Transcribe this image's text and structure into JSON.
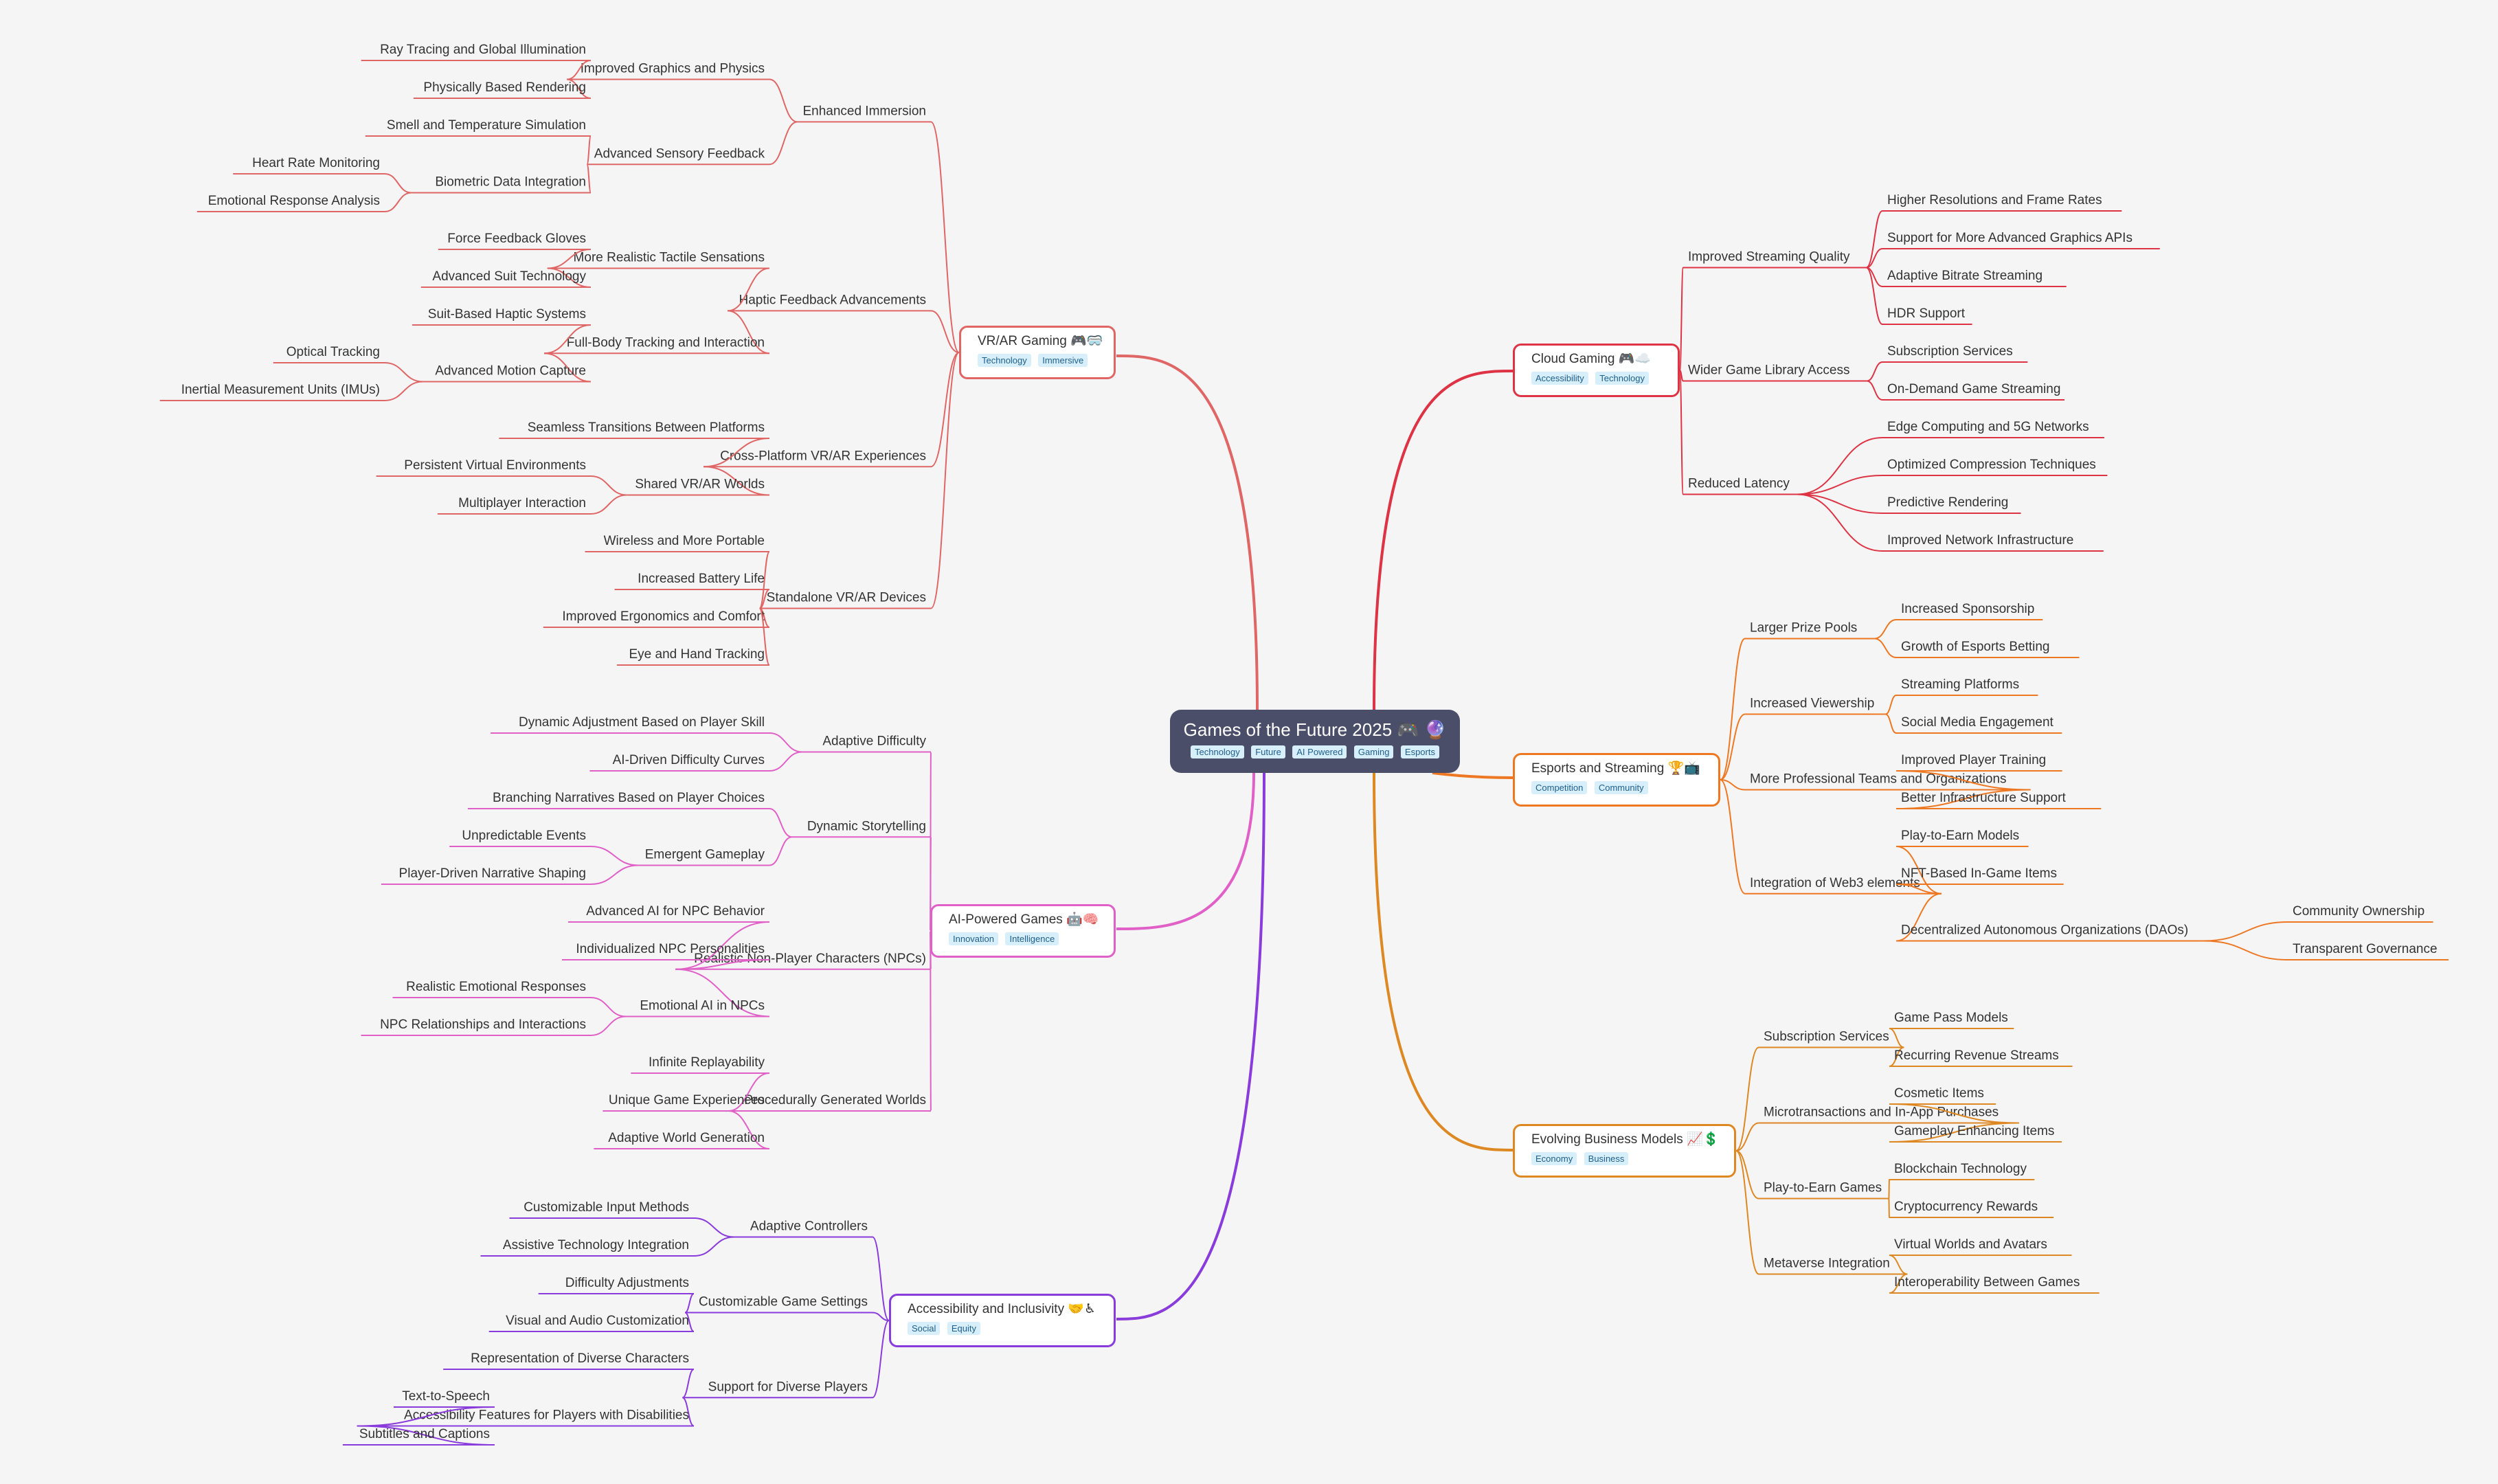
{
  "root": {
    "title": "Games of the Future 2025 🎮 🔮",
    "tags": [
      "Technology",
      "Future",
      "AI Powered",
      "Gaming",
      "Esports"
    ]
  },
  "colors": {
    "vrar": "#e06666",
    "ai": "#e060c8",
    "access": "#8a3bdc",
    "cloud": "#dd3344",
    "esports": "#ee7722",
    "business": "#dd8822",
    "root_fill": "#4a4e69",
    "tag_fill": "#d7eefb"
  },
  "branches": [
    {
      "key": "vrar",
      "side": "left",
      "title": "VR/AR Gaming 🎮🥽",
      "tags": [
        "Technology",
        "Immersive"
      ],
      "children": [
        {
          "label": "Enhanced Immersion",
          "children": [
            {
              "label": "Improved Graphics and Physics",
              "children": [
                {
                  "label": "Ray Tracing and Global Illumination"
                },
                {
                  "label": "Physically Based Rendering"
                }
              ]
            },
            {
              "label": "Advanced Sensory Feedback",
              "children": [
                {
                  "label": "Smell and Temperature Simulation"
                },
                {
                  "label": "Biometric Data Integration",
                  "children": [
                    {
                      "label": "Heart Rate Monitoring"
                    },
                    {
                      "label": "Emotional Response Analysis"
                    }
                  ]
                }
              ]
            }
          ]
        },
        {
          "label": "Haptic Feedback Advancements",
          "children": [
            {
              "label": "More Realistic Tactile Sensations",
              "children": [
                {
                  "label": "Force Feedback Gloves"
                },
                {
                  "label": "Advanced Suit Technology"
                }
              ]
            },
            {
              "label": "Full-Body Tracking and Interaction",
              "children": [
                {
                  "label": "Suit-Based Haptic Systems"
                },
                {
                  "label": "Advanced Motion Capture",
                  "children": [
                    {
                      "label": "Optical Tracking"
                    },
                    {
                      "label": "Inertial Measurement Units (IMUs)"
                    }
                  ]
                }
              ]
            }
          ]
        },
        {
          "label": "Cross-Platform VR/AR Experiences",
          "children": [
            {
              "label": "Seamless Transitions Between Platforms"
            },
            {
              "label": "Shared VR/AR Worlds",
              "children": [
                {
                  "label": "Persistent Virtual Environments"
                },
                {
                  "label": "Multiplayer Interaction"
                }
              ]
            }
          ]
        },
        {
          "label": "Standalone VR/AR Devices",
          "children": [
            {
              "label": "Wireless and More Portable"
            },
            {
              "label": "Increased Battery Life"
            },
            {
              "label": "Improved Ergonomics and Comfort"
            },
            {
              "label": "Eye and Hand Tracking"
            }
          ]
        }
      ]
    },
    {
      "key": "ai",
      "side": "left",
      "title": "AI-Powered Games 🤖🧠",
      "tags": [
        "Innovation",
        "Intelligence"
      ],
      "children": [
        {
          "label": "Adaptive Difficulty",
          "children": [
            {
              "label": "Dynamic Adjustment Based on Player Skill"
            },
            {
              "label": "AI-Driven Difficulty Curves"
            }
          ]
        },
        {
          "label": "Dynamic Storytelling",
          "children": [
            {
              "label": "Branching Narratives Based on Player Choices"
            },
            {
              "label": "Emergent Gameplay",
              "children": [
                {
                  "label": "Unpredictable Events"
                },
                {
                  "label": "Player-Driven Narrative Shaping"
                }
              ]
            }
          ]
        },
        {
          "label": "Realistic Non-Player Characters (NPCs)",
          "children": [
            {
              "label": "Advanced AI for NPC Behavior"
            },
            {
              "label": "Individualized NPC Personalities"
            },
            {
              "label": "Emotional AI in NPCs",
              "children": [
                {
                  "label": "Realistic Emotional Responses"
                },
                {
                  "label": "NPC Relationships and Interactions"
                }
              ]
            }
          ]
        },
        {
          "label": "Procedurally Generated Worlds",
          "children": [
            {
              "label": "Infinite Replayability"
            },
            {
              "label": "Unique Game Experiences"
            },
            {
              "label": "Adaptive World Generation"
            }
          ]
        }
      ]
    },
    {
      "key": "access",
      "side": "left",
      "title": "Accessibility and Inclusivity 🤝♿",
      "tags": [
        "Social",
        "Equity"
      ],
      "children": [
        {
          "label": "Adaptive Controllers",
          "children": [
            {
              "label": "Customizable Input Methods"
            },
            {
              "label": "Assistive Technology Integration"
            }
          ]
        },
        {
          "label": "Customizable Game Settings",
          "children": [
            {
              "label": "Difficulty Adjustments"
            },
            {
              "label": "Visual and Audio Customization"
            }
          ]
        },
        {
          "label": "Support for Diverse Players",
          "children": [
            {
              "label": "Representation of Diverse Characters"
            },
            {
              "label": "Accessibility Features for Players with Disabilities",
              "children": [
                {
                  "label": "Text-to-Speech"
                },
                {
                  "label": "Subtitles and Captions"
                }
              ]
            }
          ]
        }
      ]
    },
    {
      "key": "cloud",
      "side": "right",
      "title": "Cloud Gaming 🎮☁️",
      "tags": [
        "Accessibility",
        "Technology"
      ],
      "children": [
        {
          "label": "Improved Streaming Quality",
          "children": [
            {
              "label": "Higher Resolutions and Frame Rates"
            },
            {
              "label": "Support for More Advanced Graphics APIs"
            },
            {
              "label": "Adaptive Bitrate Streaming"
            },
            {
              "label": "HDR Support"
            }
          ]
        },
        {
          "label": "Wider Game Library Access",
          "children": [
            {
              "label": "Subscription Services"
            },
            {
              "label": "On-Demand Game Streaming"
            }
          ]
        },
        {
          "label": "Reduced Latency",
          "children": [
            {
              "label": "Edge Computing and 5G Networks"
            },
            {
              "label": "Optimized Compression Techniques"
            },
            {
              "label": "Predictive Rendering"
            },
            {
              "label": "Improved Network Infrastructure"
            }
          ]
        }
      ]
    },
    {
      "key": "esports",
      "side": "right",
      "title": "Esports and Streaming 🏆📺",
      "tags": [
        "Competition",
        "Community"
      ],
      "children": [
        {
          "label": "Larger Prize Pools",
          "children": [
            {
              "label": "Increased Sponsorship"
            },
            {
              "label": "Growth of Esports Betting"
            }
          ]
        },
        {
          "label": "Increased Viewership",
          "children": [
            {
              "label": "Streaming Platforms"
            },
            {
              "label": "Social Media Engagement"
            }
          ]
        },
        {
          "label": "More Professional Teams and Organizations",
          "children": [
            {
              "label": "Improved Player Training"
            },
            {
              "label": "Better Infrastructure Support"
            }
          ]
        },
        {
          "label": "Integration of Web3 elements",
          "children": [
            {
              "label": "Play-to-Earn Models"
            },
            {
              "label": "NFT-Based In-Game Items"
            },
            {
              "label": "Decentralized Autonomous Organizations (DAOs)",
              "children": [
                {
                  "label": "Community Ownership"
                },
                {
                  "label": "Transparent Governance"
                }
              ]
            }
          ]
        }
      ]
    },
    {
      "key": "business",
      "side": "right",
      "title": "Evolving Business Models 📈💲",
      "tags": [
        "Economy",
        "Business"
      ],
      "children": [
        {
          "label": "Subscription Services",
          "children": [
            {
              "label": "Game Pass Models"
            },
            {
              "label": "Recurring Revenue Streams"
            }
          ]
        },
        {
          "label": "Microtransactions and In-App Purchases",
          "children": [
            {
              "label": "Cosmetic Items"
            },
            {
              "label": "Gameplay Enhancing Items"
            }
          ]
        },
        {
          "label": "Play-to-Earn Games",
          "children": [
            {
              "label": "Blockchain Technology"
            },
            {
              "label": "Cryptocurrency Rewards"
            }
          ]
        },
        {
          "label": "Metaverse Integration",
          "children": [
            {
              "label": "Virtual Worlds and Avatars"
            },
            {
              "label": "Interoperability Between Games"
            }
          ]
        }
      ]
    }
  ]
}
